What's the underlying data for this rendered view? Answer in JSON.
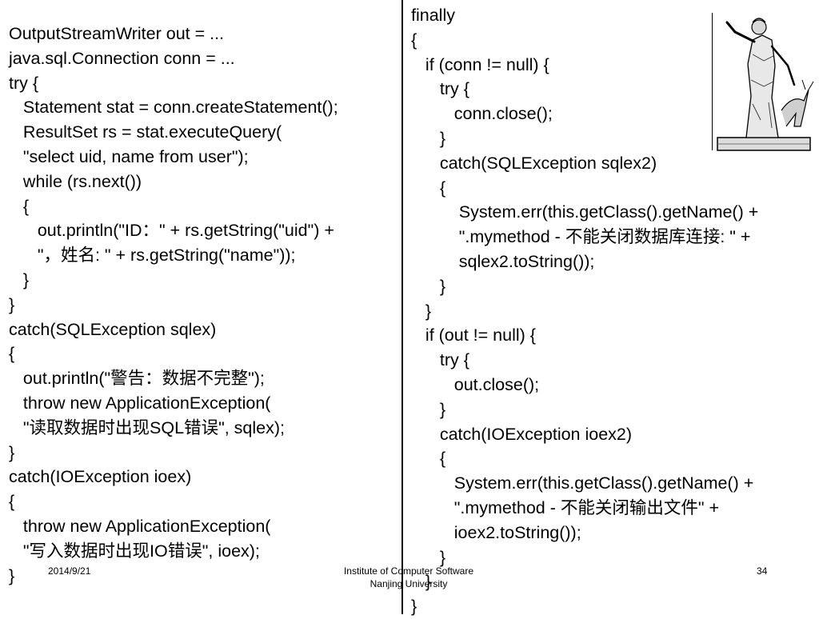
{
  "left_code": [
    "OutputStreamWriter out = ...",
    "java.sql.Connection conn = ...",
    "try {",
    "   Statement stat = conn.createStatement();",
    "   ResultSet rs = stat.executeQuery(",
    "   \"select uid, name from user\");",
    "   while (rs.next())",
    "   {",
    "      out.println(\"ID：\" + rs.getString(\"uid\") +",
    "      \"，姓名: \" + rs.getString(\"name\"));",
    "   }",
    "}",
    "catch(SQLException sqlex)",
    "{",
    "   out.println(\"警告：数据不完整\");",
    "   throw new ApplicationException(",
    "   \"读取数据时出现SQL错误\", sqlex);",
    "}",
    "catch(IOException ioex)",
    "{",
    "   throw new ApplicationException(",
    "   \"写入数据时出现IO错误\", ioex);",
    "}"
  ],
  "right_code": [
    "finally",
    "{",
    "   if (conn != null) {",
    "      try {",
    "         conn.close();",
    "      }",
    "      catch(SQLException sqlex2)",
    "      {",
    "          System.err(this.getClass().getName() +",
    "          \".mymethod - 不能关闭数据库连接: \" +",
    "          sqlex2.toString());",
    "      }",
    "   }",
    "   if (out != null) {",
    "      try {",
    "         out.close();",
    "      }",
    "      catch(IOException ioex2)",
    "      {",
    "         System.err(this.getClass().getName() +",
    "         \".mymethod - 不能关闭输出文件\" +",
    "         ioex2.toString());",
    "      }",
    "   }",
    "}"
  ],
  "footer": {
    "date": "2014/9/21",
    "institute": "Institute of Computer Software\nNanjing University",
    "page": "34"
  },
  "image": {
    "icon": "statue-illustration"
  }
}
